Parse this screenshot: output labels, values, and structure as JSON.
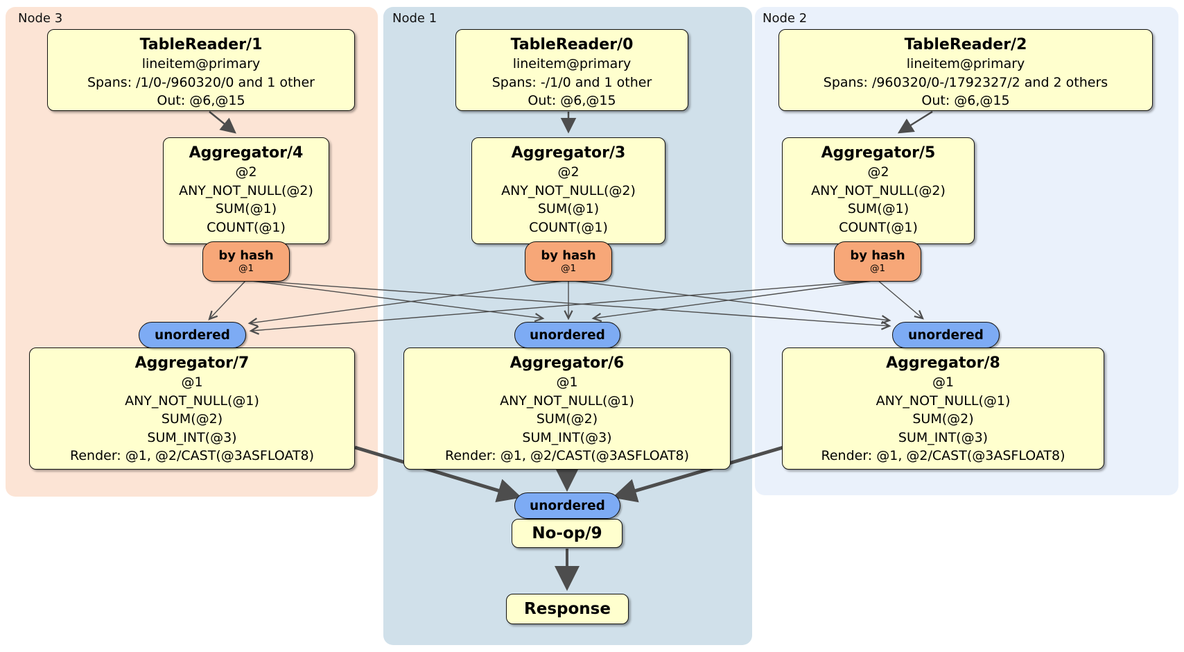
{
  "diagram_type": "distributed-sql-plan",
  "regions": {
    "node3": {
      "label": "Node 3",
      "bg": "#fce4d5"
    },
    "node1": {
      "label": "Node 1",
      "bg": "#d0e0ea"
    },
    "node2": {
      "label": "Node 2",
      "bg": "#eaf1fb"
    }
  },
  "colors": {
    "processor_fill": "#ffffce",
    "router_fill": "#f7a778",
    "sync_fill": "#7dabf4",
    "edge": "#4d4d4d"
  },
  "processors": {
    "tr1": {
      "title": "TableReader/1",
      "lines": [
        "lineitem@primary",
        "Spans: /1/0-/960320/0 and 1 other",
        "Out: @6,@15"
      ]
    },
    "tr0": {
      "title": "TableReader/0",
      "lines": [
        "lineitem@primary",
        "Spans: -/1/0 and 1 other",
        "Out: @6,@15"
      ]
    },
    "tr2": {
      "title": "TableReader/2",
      "lines": [
        "lineitem@primary",
        "Spans: /960320/0-/1792327/2 and 2 others",
        "Out: @6,@15"
      ]
    },
    "agg4": {
      "title": "Aggregator/4",
      "lines": [
        "@2",
        "ANY_NOT_NULL(@2)",
        "SUM(@1)",
        "COUNT(@1)"
      ]
    },
    "agg3": {
      "title": "Aggregator/3",
      "lines": [
        "@2",
        "ANY_NOT_NULL(@2)",
        "SUM(@1)",
        "COUNT(@1)"
      ]
    },
    "agg5": {
      "title": "Aggregator/5",
      "lines": [
        "@2",
        "ANY_NOT_NULL(@2)",
        "SUM(@1)",
        "COUNT(@1)"
      ]
    },
    "agg7": {
      "title": "Aggregator/7",
      "lines": [
        "@1",
        "ANY_NOT_NULL(@1)",
        "SUM(@2)",
        "SUM_INT(@3)",
        "Render: @1, @2/CAST(@3ASFLOAT8)"
      ]
    },
    "agg6": {
      "title": "Aggregator/6",
      "lines": [
        "@1",
        "ANY_NOT_NULL(@1)",
        "SUM(@2)",
        "SUM_INT(@3)",
        "Render: @1, @2/CAST(@3ASFLOAT8)"
      ]
    },
    "agg8": {
      "title": "Aggregator/8",
      "lines": [
        "@1",
        "ANY_NOT_NULL(@1)",
        "SUM(@2)",
        "SUM_INT(@3)",
        "Render: @1, @2/CAST(@3ASFLOAT8)"
      ]
    },
    "noop": {
      "title": "No-op/9"
    },
    "response": {
      "title": "Response"
    }
  },
  "router": {
    "label": "by hash",
    "detail": "@1"
  },
  "sync": {
    "label": "unordered"
  }
}
